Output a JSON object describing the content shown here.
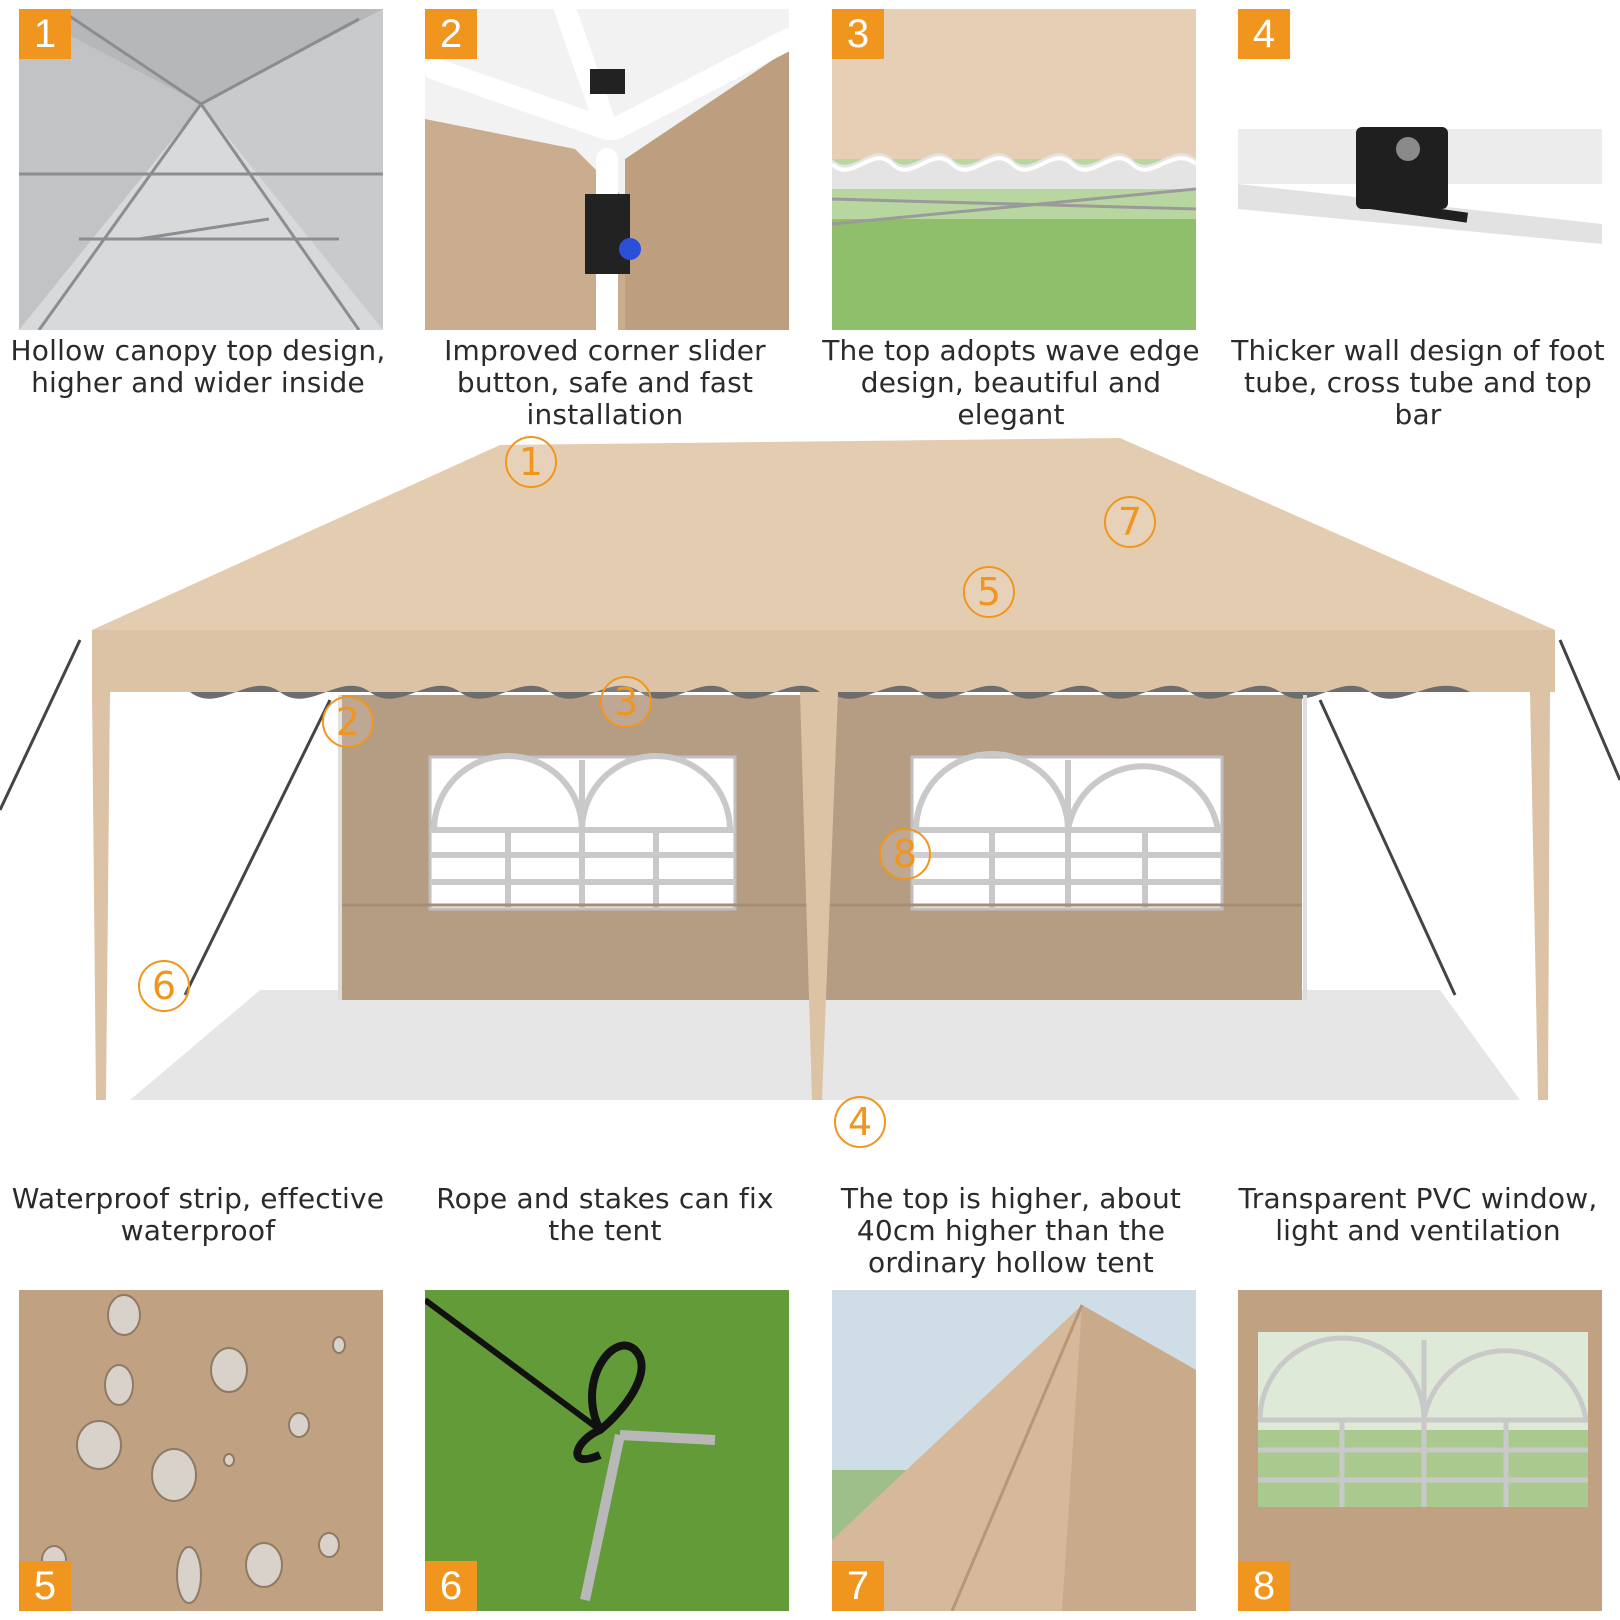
{
  "top_features": [
    {
      "badge": "1",
      "caption": "Hollow canopy top design, higher and wider inside"
    },
    {
      "badge": "2",
      "caption": "Improved corner slider button, safe and fast installation"
    },
    {
      "badge": "3",
      "caption": "The top adopts wave edge design, beautiful and elegant"
    },
    {
      "badge": "4",
      "caption": "Thicker wall design of foot tube, cross tube and top bar"
    }
  ],
  "bottom_features": [
    {
      "badge": "5",
      "caption": "Waterproof strip, effective waterproof"
    },
    {
      "badge": "6",
      "caption": "Rope and stakes can fix the tent"
    },
    {
      "badge": "7",
      "caption": "The top is higher, about 40cm higher than the ordinary hollow tent"
    },
    {
      "badge": "8",
      "caption": "Transparent PVC window, light and ventilation"
    }
  ],
  "markers": [
    "1",
    "2",
    "3",
    "4",
    "5",
    "6",
    "7",
    "8"
  ],
  "colors": {
    "accent": "#f0961e",
    "canopy": "#e2c8ab",
    "wall": "#b59d84",
    "frame": "#ffffff"
  },
  "icons": [
    "tent-illustration",
    "water-drop-icon",
    "stake-icon"
  ]
}
